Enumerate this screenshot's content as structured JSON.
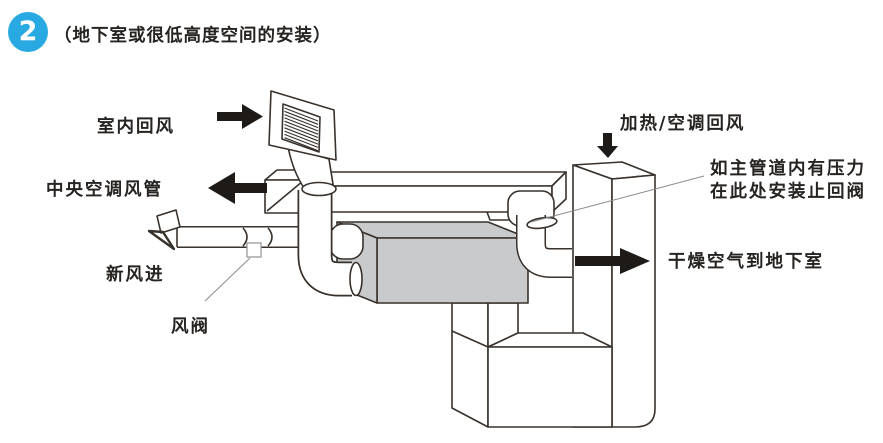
{
  "badge": {
    "number": "2"
  },
  "title": "（地下室或很低高度空间的安装）",
  "labels": {
    "indoor_return": "室内回风",
    "central_ac_duct": "中央空调风管",
    "fresh_air_in": "新风进",
    "damper": "风阀",
    "heating_ac_return": "加热/空调回风",
    "check_valve_note_line1": "如主管道内有压力",
    "check_valve_note_line2": "在此处安装止回阀",
    "dry_air_to_basement": "干燥空气到地下室"
  },
  "icons": {
    "arrow_right_indoor": "arrow-right-icon",
    "arrow_left_duct": "arrow-left-icon",
    "arrow_down_return": "arrow-down-icon",
    "arrow_right_dry": "arrow-right-icon"
  },
  "colors": {
    "outline": "#39322c",
    "unit": "#c9cacb",
    "arrow": "#1d1a17",
    "leader": "#8c8c8c",
    "text": "#262321",
    "badge": "#29a9e2",
    "bg": "#ffffff"
  }
}
